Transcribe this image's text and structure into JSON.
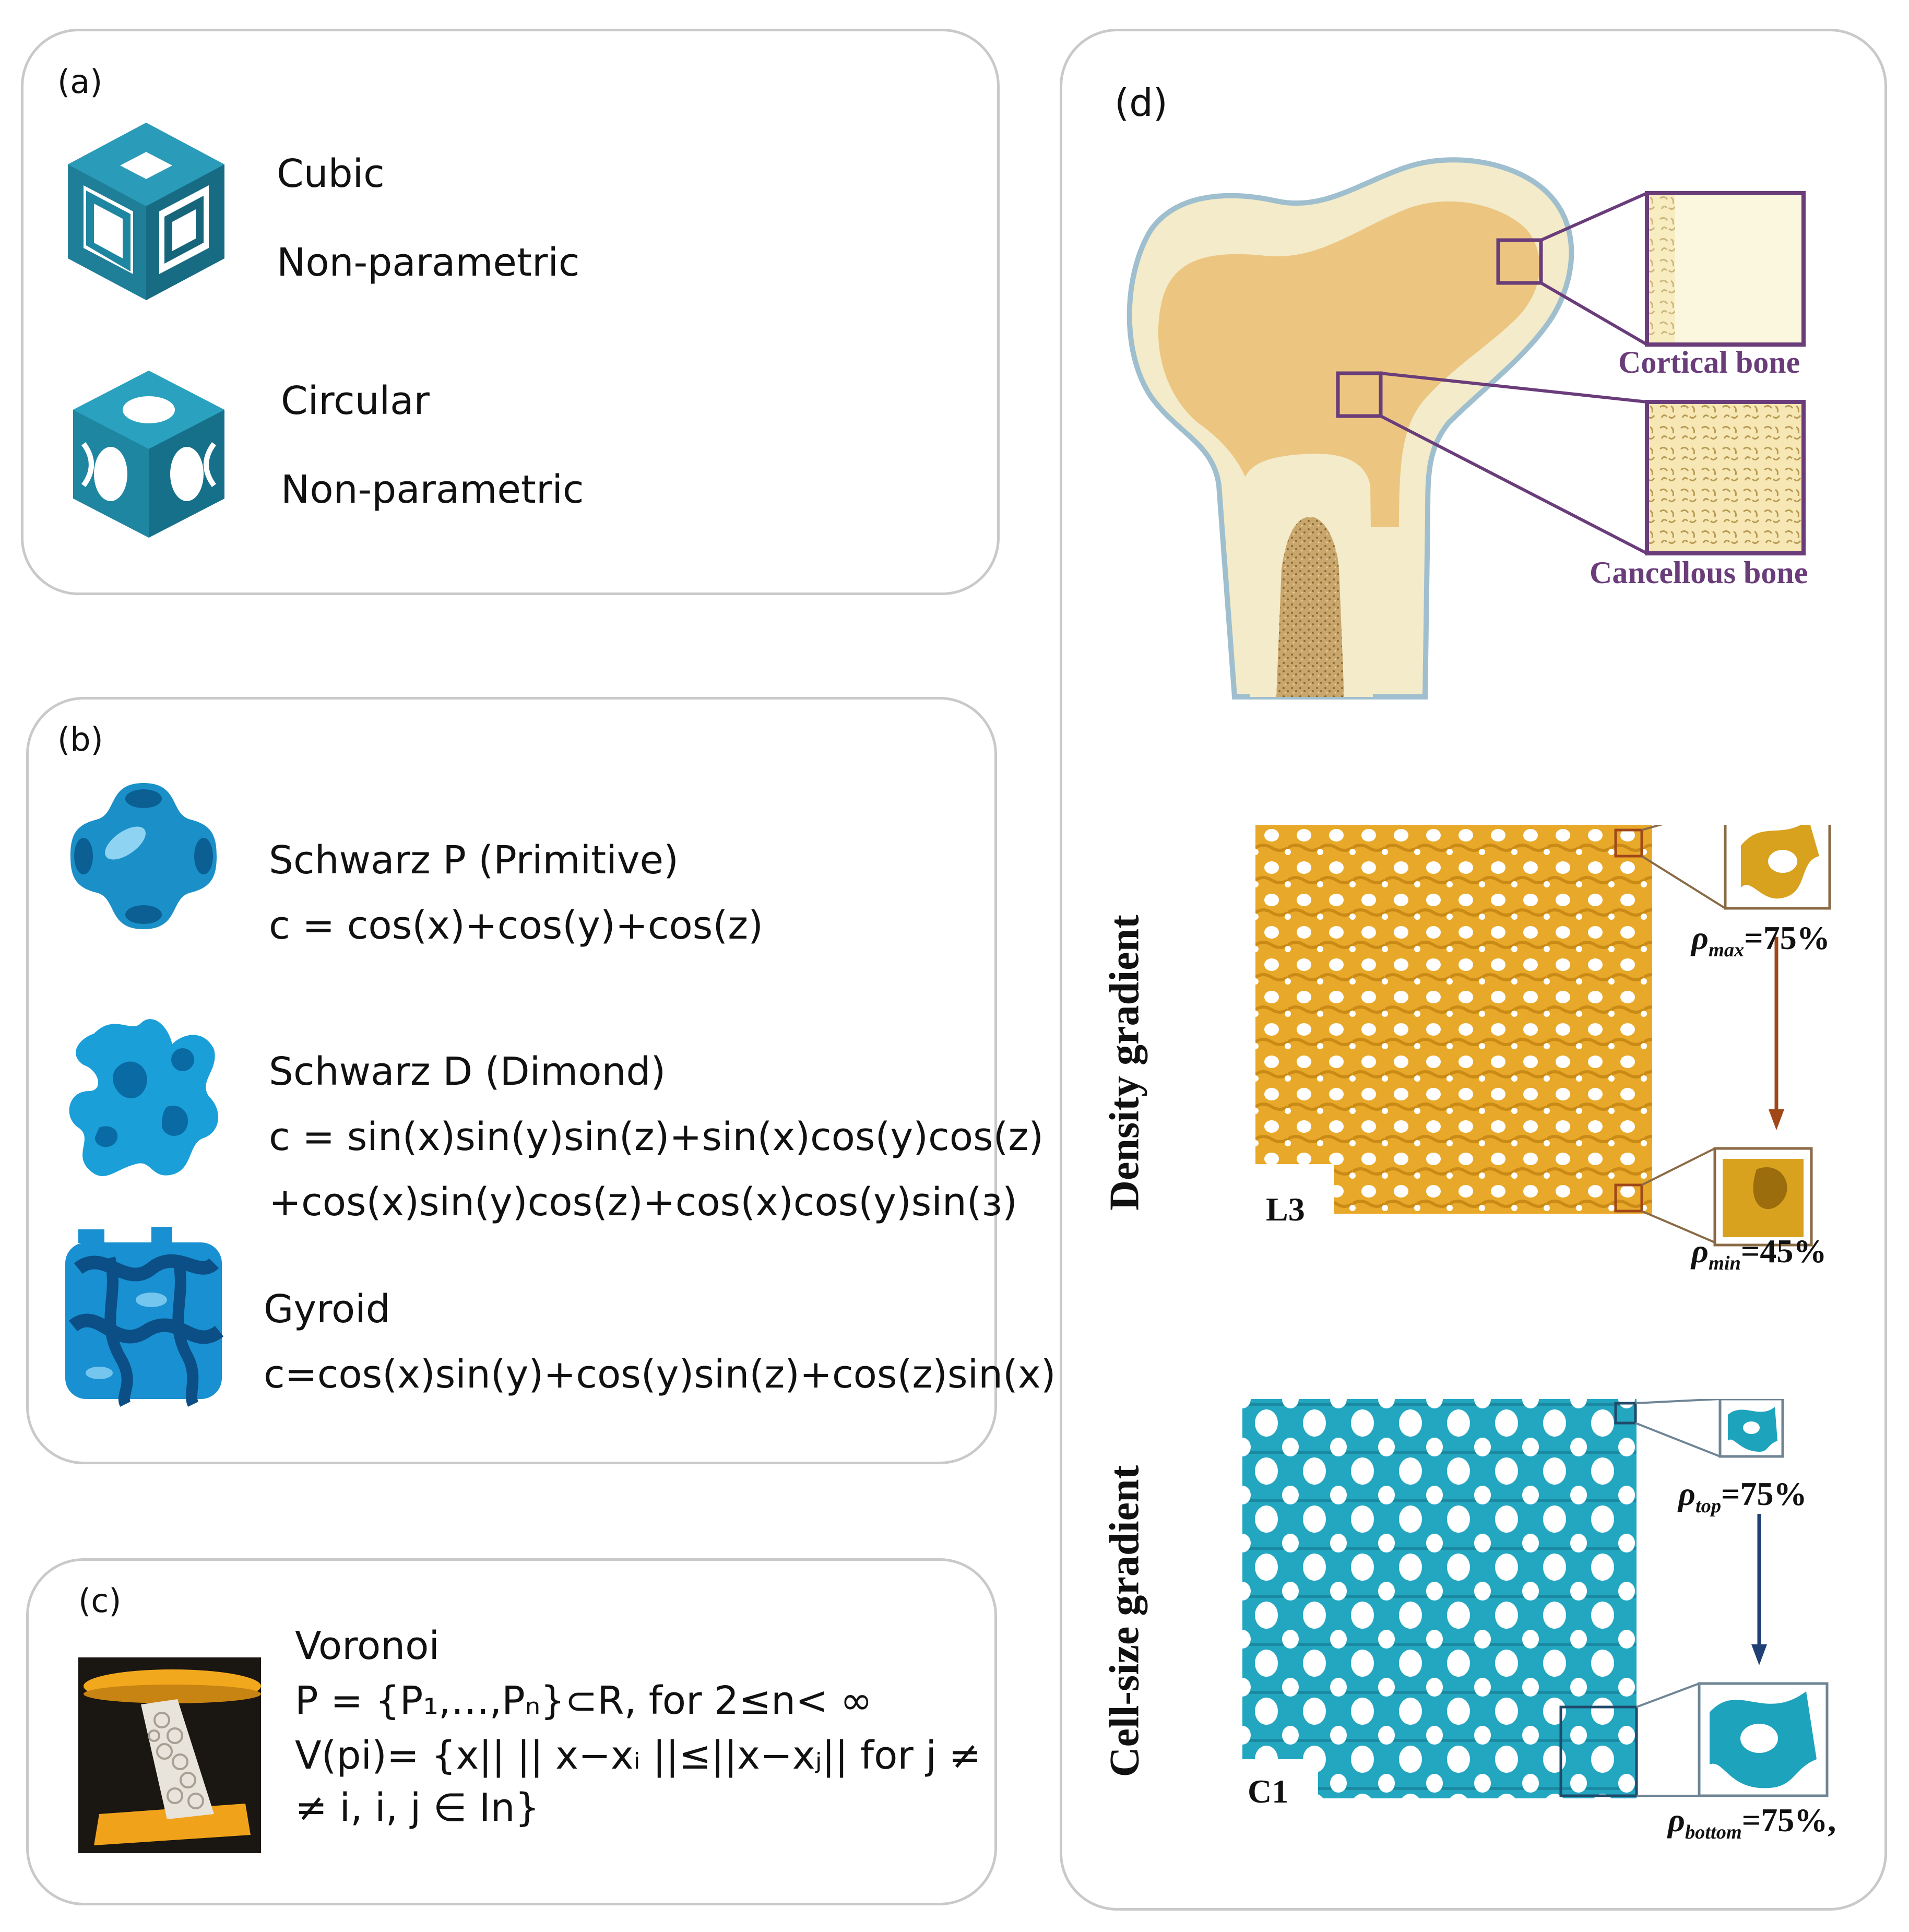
{
  "panel_a": {
    "tag": "(a)",
    "items": [
      {
        "name": "Cubic",
        "type": "Non-parametric",
        "icon": "cubic-lattice-icon"
      },
      {
        "name": "Circular",
        "type": "Non-parametric",
        "icon": "circular-lattice-icon"
      }
    ]
  },
  "panel_b": {
    "tag": "(b)",
    "items": [
      {
        "name": "Schwarz P (Primitive)",
        "formula": [
          "c = cos(x)+cos(y)+cos(z)"
        ],
        "icon": "schwarz-p-icon"
      },
      {
        "name": "Schwarz D (Dimond)",
        "formula": [
          "c = sin(x)sin(y)sin(z)+sin(x)cos(y)cos(z)",
          "+cos(x)sin(y)cos(z)+cos(x)cos(y)sin(з)"
        ],
        "icon": "schwarz-d-icon"
      },
      {
        "name": "Gyroid",
        "formula": [
          "c=cos(x)sin(y)+cos(y)sin(z)+cos(z)sin(x)"
        ],
        "icon": "gyroid-icon"
      }
    ]
  },
  "panel_c": {
    "tag": "(c)",
    "name": "Voronoi",
    "line1": "P = {P₁,…,Pₙ}⊂R, for 2≤n< ∞",
    "line2": "V(pi)= {x|| || x−xᵢ ||≤||x−xⱼ|| for j ≠",
    "line3": "≠ i, i, j ∈ In}",
    "icon": "voronoi-photo-icon"
  },
  "panel_d": {
    "tag": "(d)",
    "bone": {
      "cortical_label": "Cortical bone",
      "cancellous_label": "Cancellous bone"
    },
    "density": {
      "axis_label": "Density gradient",
      "sample_label": "L3",
      "max_symbol": "ρ",
      "max_sub": "max",
      "max_value": "=75%",
      "min_symbol": "ρ",
      "min_sub": "min",
      "min_value": "=45%",
      "color": "#e8a92a"
    },
    "cellsize": {
      "axis_label": "Cell-size gradient",
      "sample_label": "C1",
      "top_symbol": "ρ",
      "top_sub": "top",
      "top_value": "=75%",
      "bottom_symbol": "ρ",
      "bottom_sub": "bottom",
      "bottom_value": "=75%,",
      "color": "#1ea3bd"
    }
  }
}
